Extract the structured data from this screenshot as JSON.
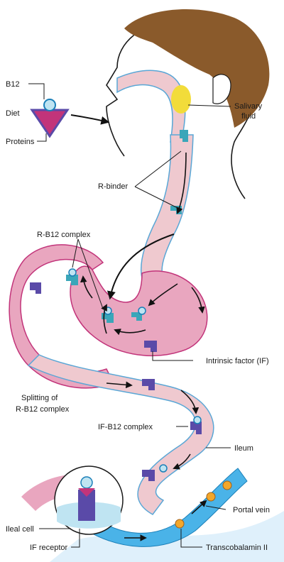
{
  "labels": {
    "b12": "B12",
    "diet": "Diet",
    "proteins": "Proteins",
    "salivary_1": "Salivary",
    "salivary_2": "fluid",
    "r_binder": "R-binder",
    "r_b12_complex": "R-B12 complex",
    "intrinsic_factor": "Intrinsic factor (IF)",
    "splitting_1": "Splitting of",
    "splitting_2": "R-B12 complex",
    "if_b12_complex": "IF-B12 complex",
    "ileum": "Ileum",
    "portal_vein": "Portal vein",
    "ileal_cell": "Ileal cell",
    "if_receptor": "IF receptor",
    "transcobalamin": "Transcobalamin II"
  },
  "colors": {
    "head_skin": "#ffffff",
    "hair": "#8a5a2b",
    "tract": "#efc9cf",
    "tract_outline": "#5aa7d6",
    "stomach": "#e9a6bf",
    "salivary": "#f2dc3a",
    "binder": "#3aa6b9",
    "intrinsic_factor": "#5a4aa8",
    "b12": "#bfe4f2",
    "protein": "#c2347a",
    "portal_vein": "#4ab3e8",
    "transcobalamin": "#f3a72a"
  }
}
